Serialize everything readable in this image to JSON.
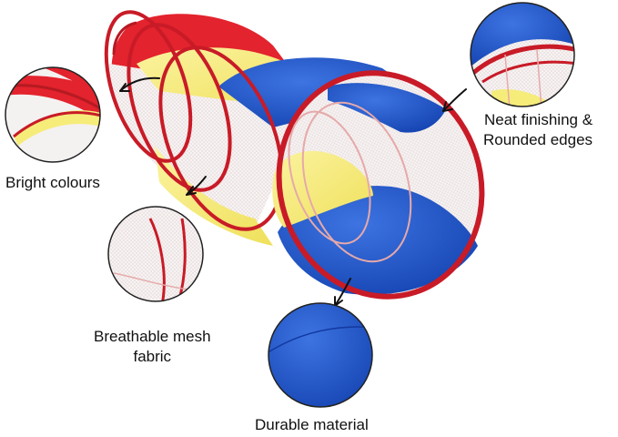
{
  "callouts": {
    "bright": {
      "label": "Bright colours"
    },
    "mesh": {
      "line1": "Breathable mesh",
      "line2": "fabric"
    },
    "durable": {
      "label": "Durable material"
    },
    "neat": {
      "line1": "Neat finishing &",
      "line2": "Rounded edges"
    }
  },
  "colors": {
    "red": "#e3232d",
    "yellow": "#f6ec7a",
    "blue": "#1f56c7",
    "mesh": "#f3f1f1",
    "edge": "#c81b27"
  }
}
